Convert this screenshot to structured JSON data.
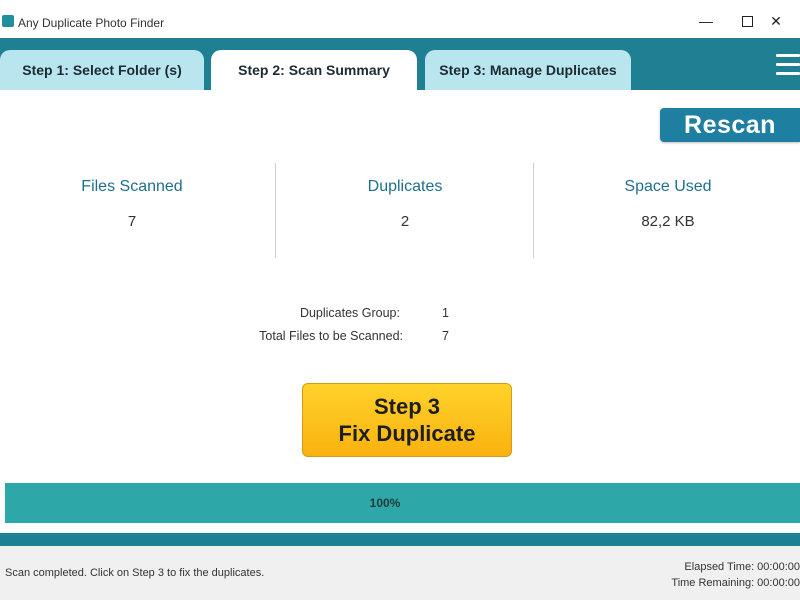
{
  "window": {
    "title": "Any Duplicate Photo Finder",
    "minimize_glyph": "—",
    "close_glyph": "✕"
  },
  "tabs": [
    {
      "label": "Step 1: Select Folder (s)",
      "active": false
    },
    {
      "label": "Step 2: Scan Summary",
      "active": true
    },
    {
      "label": "Step 3: Manage Duplicates",
      "active": false
    }
  ],
  "toolbar": {
    "rescan_label": "Rescan",
    "menu_icon": "hamburger-menu-icon"
  },
  "stats": [
    {
      "label": "Files Scanned",
      "value": "7"
    },
    {
      "label": "Duplicates",
      "value": "2"
    },
    {
      "label": "Space Used",
      "value": "82,2 KB"
    }
  ],
  "details": {
    "groups_label": "Duplicates Group:",
    "groups_value": "1",
    "total_label": "Total Files to be Scanned:",
    "total_value": "7"
  },
  "step3_button": {
    "line1": "Step 3",
    "line2": "Fix Duplicate"
  },
  "progress": {
    "percent": 100,
    "label": "100%"
  },
  "status": {
    "message": "Scan completed. Click on Step 3 to fix the duplicates.",
    "elapsed": "Elapsed Time: 00:00:00",
    "remaining": "Time Remaining: 00:00:00"
  },
  "colors": {
    "brand_teal": "#1f7f93",
    "tab_inactive": "#b9e6ee",
    "progress": "#2ea7a8",
    "step3_yellow": "#f9b20f"
  }
}
